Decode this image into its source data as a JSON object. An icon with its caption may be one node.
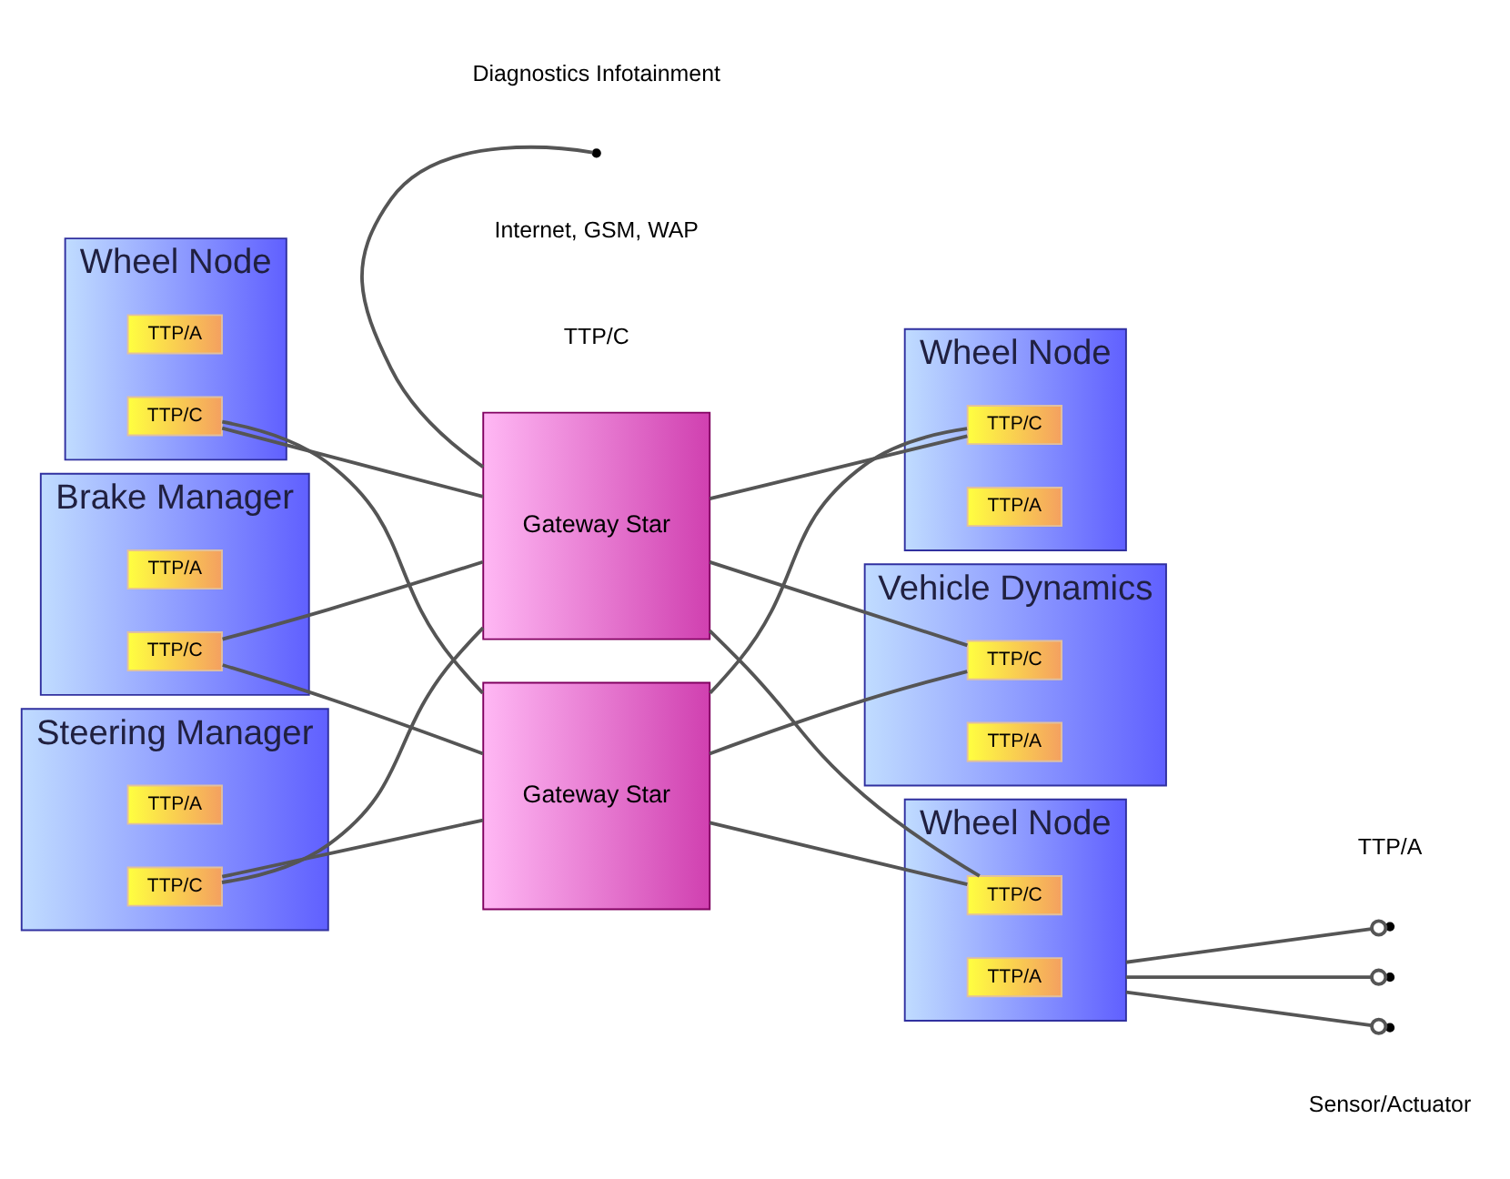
{
  "diagram": {
    "nodes": [
      {
        "text": [
          "Wheel Node"
        ]
      },
      {
        "text": [
          "TTP/A"
        ],
        "in": 0
      },
      {
        "text": [
          "TTP/C"
        ],
        "in": 0
      },
      {
        "text": [
          "Brake Manager"
        ]
      },
      {
        "text": [
          "TTP/A"
        ],
        "in": 3
      },
      {
        "text": [
          "TTP/C"
        ],
        "in": 3
      },
      {
        "text": [
          "Steering Manager"
        ]
      },
      {
        "text": [
          "TTP/A"
        ],
        "in": 6
      },
      {
        "text": [
          "TTP/C"
        ],
        "in": 6
      },
      {
        "text": [
          "Gateway Star"
        ]
      },
      {
        "text": [
          "Gateway Star"
        ]
      },
      {
        "text": [
          "Wheel Node"
        ]
      },
      {
        "text": [
          "TTP/C"
        ],
        "in": 11
      },
      {
        "text": [
          "TTP/A"
        ],
        "in": 11
      },
      {
        "text": [
          "Vehicle Dynamics"
        ]
      },
      {
        "text": [
          "TTP/C"
        ],
        "in": 14
      },
      {
        "text": [
          "TTP/A"
        ],
        "in": 14
      },
      {
        "text": [
          "Wheel Node"
        ]
      },
      {
        "text": [
          "TTP/C"
        ],
        "in": 17
      },
      {
        "text": [
          "TTP/A"
        ],
        "in": 17
      }
    ],
    "edges": [
      {
        "from": 9,
        "to": null,
        "arrow": "none"
      },
      {
        "from": 2,
        "to": 9,
        "arrow": "none"
      },
      {
        "from": 2,
        "to": 10,
        "arrow": "none"
      },
      {
        "from": 5,
        "to": 9,
        "arrow": "none"
      },
      {
        "from": 5,
        "to": 10,
        "arrow": "none"
      },
      {
        "from": 8,
        "to": 9,
        "arrow": "none"
      },
      {
        "from": 8,
        "to": 10,
        "arrow": "none"
      },
      {
        "from": 9,
        "to": 12,
        "arrow": "none"
      },
      {
        "from": 10,
        "to": 12,
        "arrow": "none"
      },
      {
        "from": 9,
        "to": 15,
        "arrow": "none"
      },
      {
        "from": 10,
        "to": 15,
        "arrow": "none"
      },
      {
        "from": 9,
        "to": 18,
        "arrow": "none"
      },
      {
        "from": 10,
        "to": 18,
        "arrow": "none"
      },
      {
        "from": 17,
        "to": null,
        "arrow": "other"
      },
      {
        "from": 17,
        "to": null,
        "arrow": "other"
      },
      {
        "from": 17,
        "to": null,
        "arrow": "other"
      }
    ],
    "labels": [
      "Diagnostics Infotainment",
      "Internet, GSM, WAP",
      "TTP/C",
      "TTP/A",
      "Sensor/Actuator"
    ]
  }
}
